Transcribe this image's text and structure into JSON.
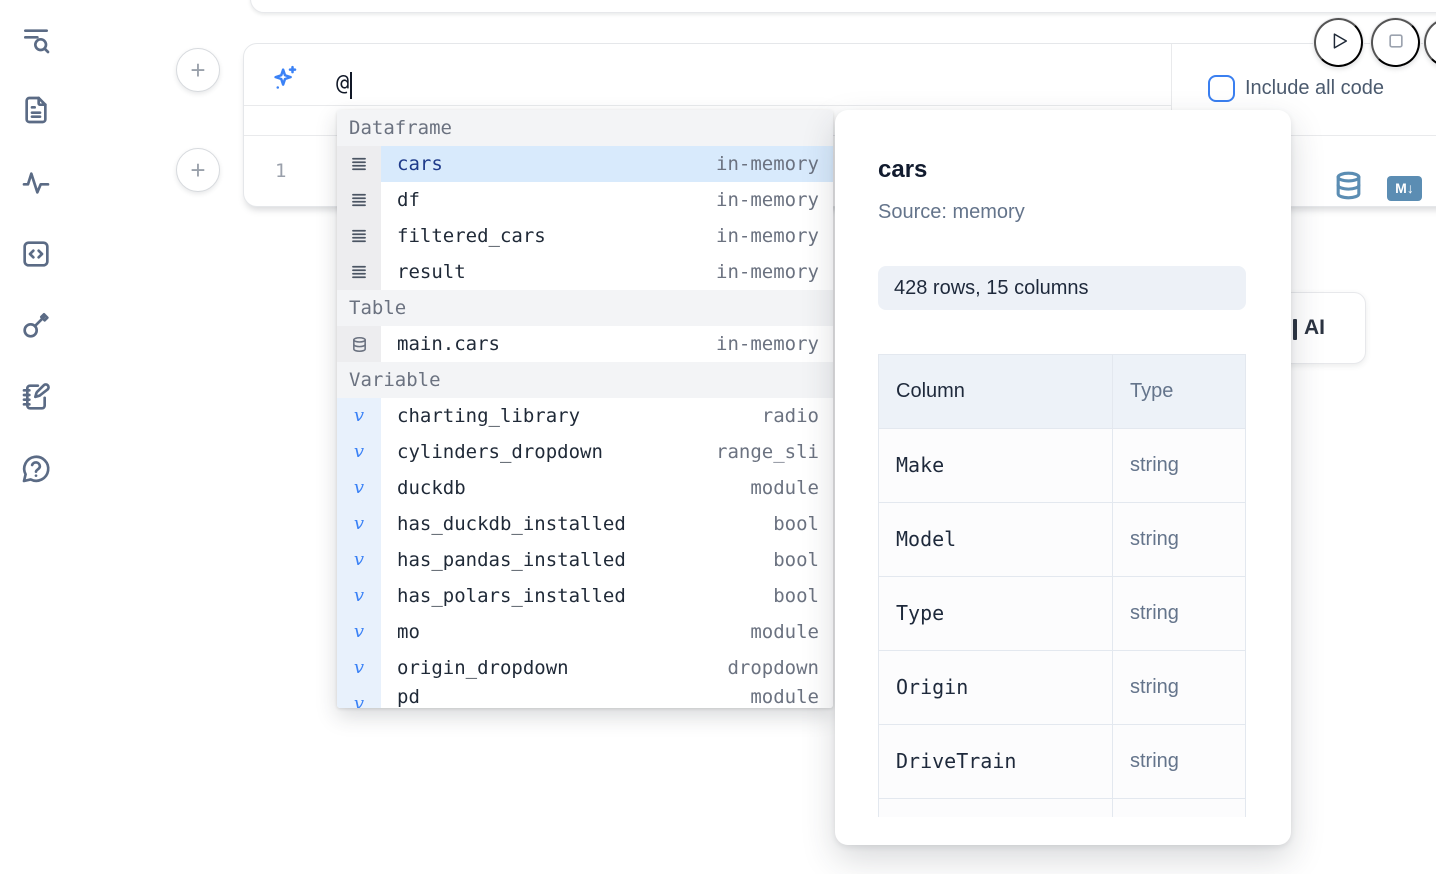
{
  "sidebar": {
    "icons": [
      {
        "name": "toc-search-icon"
      },
      {
        "name": "file-icon"
      },
      {
        "name": "activity-icon"
      },
      {
        "name": "code-block-icon"
      },
      {
        "name": "key-icon"
      },
      {
        "name": "scratchpad-icon"
      },
      {
        "name": "help-chat-icon"
      }
    ]
  },
  "add_buttons": {
    "label": "+"
  },
  "prompt": {
    "sparkle_icon": "sparkles-icon",
    "value": "@",
    "include_all_code_label": "Include all code",
    "checkbox_checked": false
  },
  "run_controls": {
    "icons": [
      "play-icon",
      "stop-icon"
    ]
  },
  "editor": {
    "line_number": "1"
  },
  "cell_actions": {
    "database_icon": "database-icon",
    "markdown_badge": "M↓"
  },
  "ai_card": {
    "visible_label": "AI"
  },
  "autocomplete": {
    "sections": [
      {
        "label": "Dataframe",
        "icon": "rows",
        "items": [
          {
            "name": "cars",
            "type": "in-memory",
            "selected": true
          },
          {
            "name": "df",
            "type": "in-memory"
          },
          {
            "name": "filtered_cars",
            "type": "in-memory"
          },
          {
            "name": "result",
            "type": "in-memory"
          }
        ]
      },
      {
        "label": "Table",
        "icon": "database",
        "items": [
          {
            "name": "main.cars",
            "type": "in-memory"
          }
        ]
      },
      {
        "label": "Variable",
        "icon": "variable",
        "items": [
          {
            "name": "charting_library",
            "type": "radio"
          },
          {
            "name": "cylinders_dropdown",
            "type": "range_sli"
          },
          {
            "name": "duckdb",
            "type": "module"
          },
          {
            "name": "has_duckdb_installed",
            "type": "bool"
          },
          {
            "name": "has_pandas_installed",
            "type": "bool"
          },
          {
            "name": "has_polars_installed",
            "type": "bool"
          },
          {
            "name": "mo",
            "type": "module"
          },
          {
            "name": "origin_dropdown",
            "type": "dropdown"
          },
          {
            "name": "pd",
            "type": "module",
            "partial": true
          }
        ]
      }
    ]
  },
  "preview": {
    "title": "cars",
    "source": "Source: memory",
    "shape_badge": "428 rows, 15 columns",
    "table": {
      "headers": [
        "Column",
        "Type"
      ],
      "rows": [
        [
          "Make",
          "string"
        ],
        [
          "Model",
          "string"
        ],
        [
          "Type",
          "string"
        ],
        [
          "Origin",
          "string"
        ],
        [
          "DriveTrain",
          "string"
        ]
      ]
    }
  },
  "colors": {
    "accent_blue": "#3b82f6",
    "steel_blue": "#5b8db3",
    "selection_bg": "#d8eafc",
    "sidebar_icon": "#5b6b85"
  }
}
